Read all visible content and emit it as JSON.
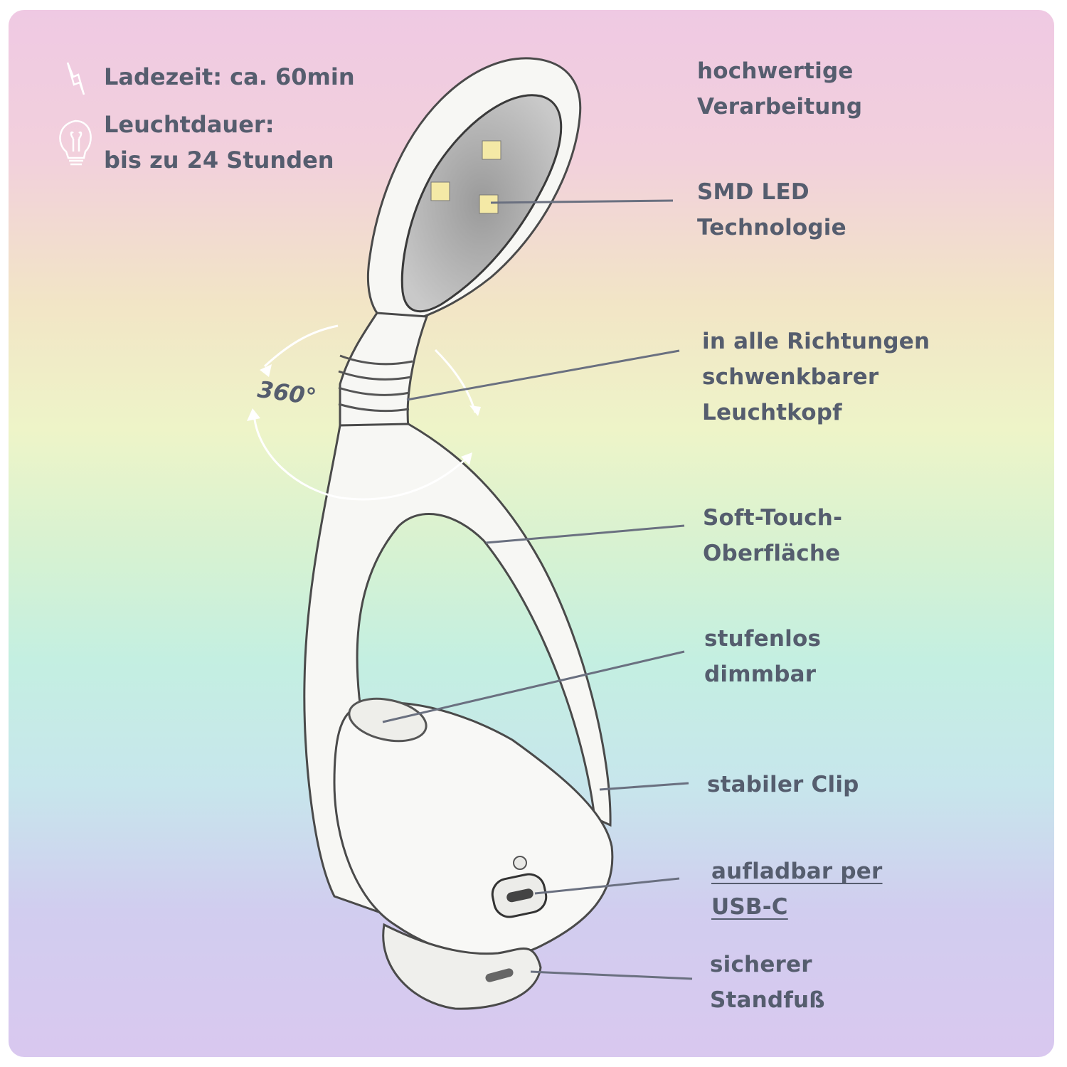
{
  "specs": {
    "charge_time": "Ladezeit: ca. 60min",
    "runtime_line1": "Leuchtdauer:",
    "runtime_line2": "bis zu 24 Stunden",
    "charge_icon": "lightning-icon",
    "runtime_icon": "lightbulb-icon"
  },
  "rotation_label": "360°",
  "callouts": [
    {
      "lines": [
        "hochwertige",
        "Verarbeitung"
      ]
    },
    {
      "lines": [
        "SMD LED",
        "Technologie"
      ]
    },
    {
      "lines": [
        "in alle Richtungen",
        "schwenkbarer",
        "Leuchtkopf"
      ]
    },
    {
      "lines": [
        "Soft-Touch-",
        "Oberfläche"
      ]
    },
    {
      "lines": [
        "stufenlos",
        "dimmbar"
      ]
    },
    {
      "lines": [
        "stabiler Clip"
      ]
    },
    {
      "lines": [
        "aufladbar per",
        "USB-C"
      ]
    },
    {
      "lines": [
        "sicherer",
        "Standfuß"
      ]
    }
  ],
  "colors": {
    "text": "#555d6e",
    "led": "#f4e9a6",
    "line": "#6a7080"
  }
}
